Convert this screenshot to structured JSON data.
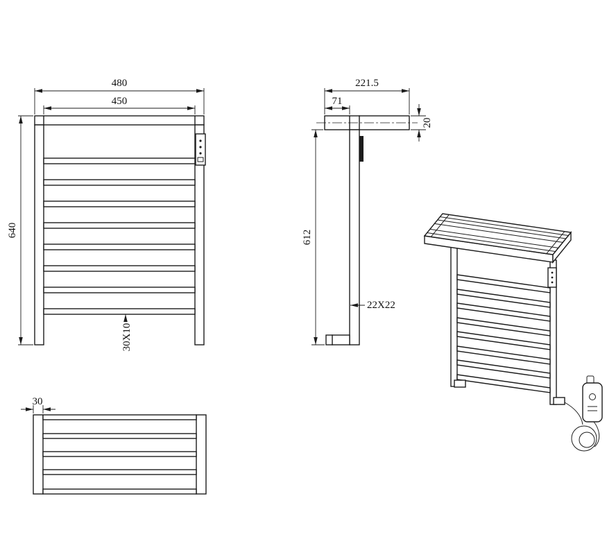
{
  "front_view": {
    "dim_overall_width": "480",
    "dim_inner_width": "450",
    "dim_overall_height": "640",
    "dim_bar_section": "30X10"
  },
  "side_view": {
    "dim_overall_depth": "221.5",
    "dim_bracket_offset": "71",
    "dim_shelf_thickness": "20",
    "dim_rail_height": "612",
    "dim_post_section": "22X22"
  },
  "top_view": {
    "dim_post_width": "30"
  }
}
